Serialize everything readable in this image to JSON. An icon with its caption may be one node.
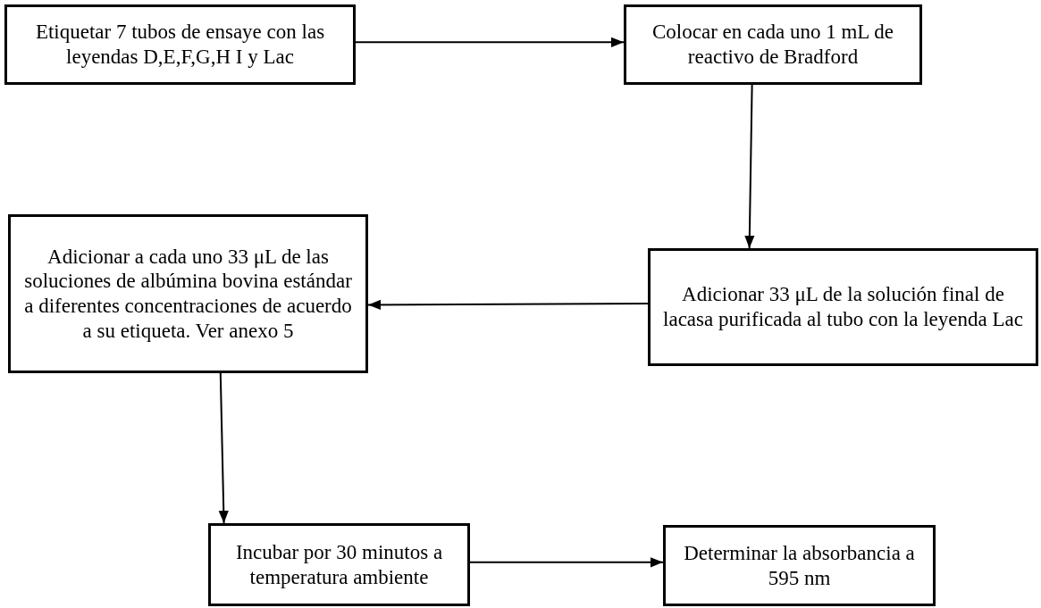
{
  "diagram": {
    "nodes": [
      {
        "text": [
          "Etiquetar 7 tubos de ensaye con las leyendas D,E,F,G,H I y Lac"
        ]
      },
      {
        "text": [
          "Colocar en cada uno 1 mL de reactivo de Bradford"
        ]
      },
      {
        "text": [
          "Adicionar a cada uno 33 μL de las soluciones de albúmina bovina estándar a diferentes concentraciones de acuerdo a su etiqueta. Ver anexo 5"
        ]
      },
      {
        "text": [
          "Adicionar 33 μL de la solución final de lacasa purificada al tubo con la leyenda Lac"
        ]
      },
      {
        "text": [
          "Incubar por 30 minutos a temperatura ambiente"
        ]
      },
      {
        "text": [
          "Determinar la absorbancia a 595 nm"
        ]
      }
    ],
    "edges": [
      {
        "from": 0,
        "to": 1,
        "arrow": "to"
      },
      {
        "from": 1,
        "to": 3,
        "arrow": "to"
      },
      {
        "from": 3,
        "to": 2,
        "arrow": "to"
      },
      {
        "from": 2,
        "to": 4,
        "arrow": "to"
      },
      {
        "from": 4,
        "to": 5,
        "arrow": "to"
      }
    ]
  }
}
